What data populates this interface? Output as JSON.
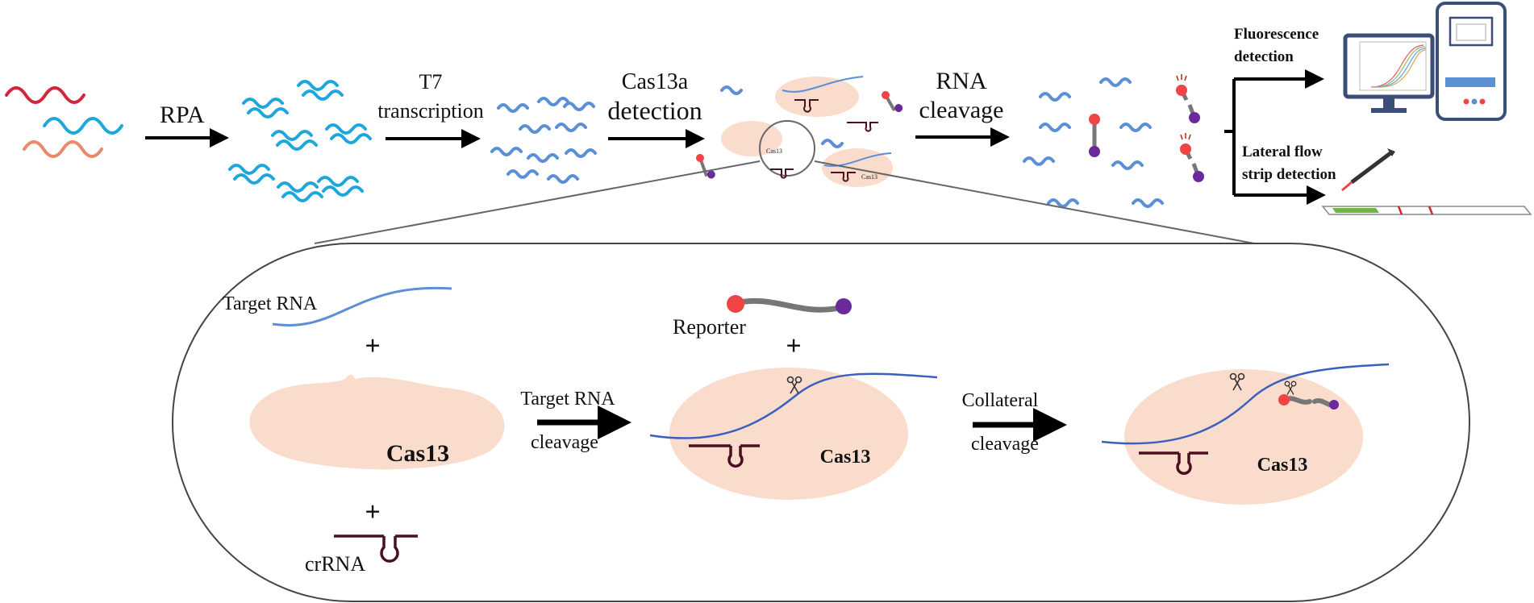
{
  "steps": {
    "rpa": "RPA",
    "t7_line1": "T7",
    "t7_line2": "transcription",
    "cas_line1": "Cas13a",
    "cas_line2": "detection",
    "rna_line1": "RNA",
    "rna_line2": "cleavage"
  },
  "outputs": {
    "fluor_line1": "Fluorescence",
    "fluor_line2": "detection",
    "lateral_line1": "Lateral flow",
    "lateral_line2": "strip detection"
  },
  "mini_labels": {
    "cas13": "Cas13"
  },
  "detail": {
    "target_rna": "Target RNA",
    "crrna": "crRNA",
    "cas13": "Cas13",
    "reporter": "Reporter",
    "plus": "+",
    "arrow1_line1": "Target RNA",
    "arrow1_line2": "cleavage",
    "arrow2_line1": "Collateral",
    "arrow2_line2": "cleavage"
  },
  "colors": {
    "protein": "#f9dccb",
    "rna_blue": "#5b8fd6",
    "amplicon_cyan": "#1fa7dc",
    "strand_red": "#d0273a",
    "strand_salmon": "#e98a6b",
    "crrna": "#4a1020",
    "fluor_red": "#ef4545",
    "quench_purple": "#6a2a9c"
  }
}
